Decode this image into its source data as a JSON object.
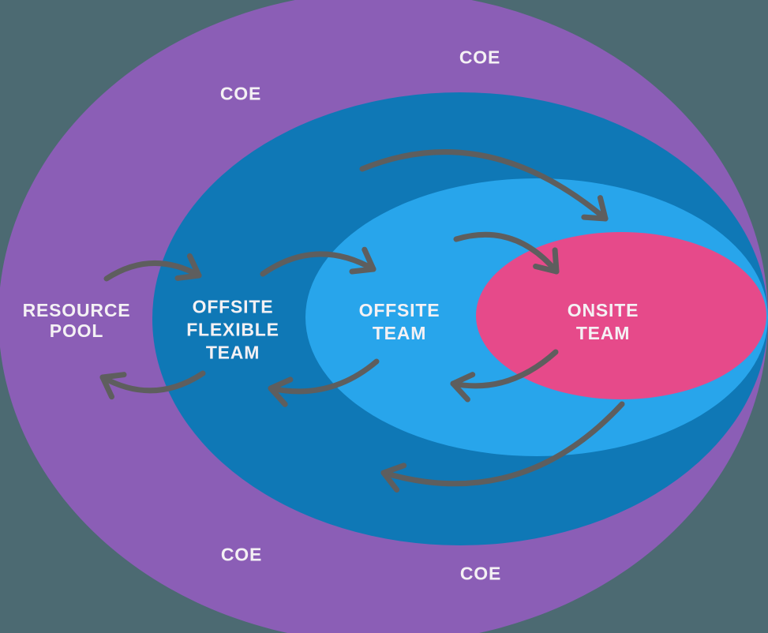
{
  "diagram": {
    "rings": [
      {
        "name": "COE",
        "color": "#8b5eb6"
      },
      {
        "name": "OFFSITE FLEXIBLE TEAM",
        "color": "#0f78b6"
      },
      {
        "name": "OFFSITE TEAM",
        "color": "#28a5eb"
      },
      {
        "name": "ONSITE TEAM",
        "color": "#e64a8a"
      }
    ],
    "colors": {
      "background": "#4c6a72",
      "arrow": "#5e5e5e",
      "label_text": "#f4f1f4"
    },
    "labels": {
      "coe_top_left": "COE",
      "coe_top_right": "COE",
      "coe_bottom_left": "COE",
      "coe_bottom_right": "COE",
      "resource_pool": [
        "RESOURCE",
        "POOL"
      ],
      "offsite_flexible_team": [
        "OFFSITE",
        "FLEXIBLE",
        "TEAM"
      ],
      "offsite_team": [
        "OFFSITE",
        "TEAM"
      ],
      "onsite_team": [
        "ONSITE",
        "TEAM"
      ]
    }
  }
}
